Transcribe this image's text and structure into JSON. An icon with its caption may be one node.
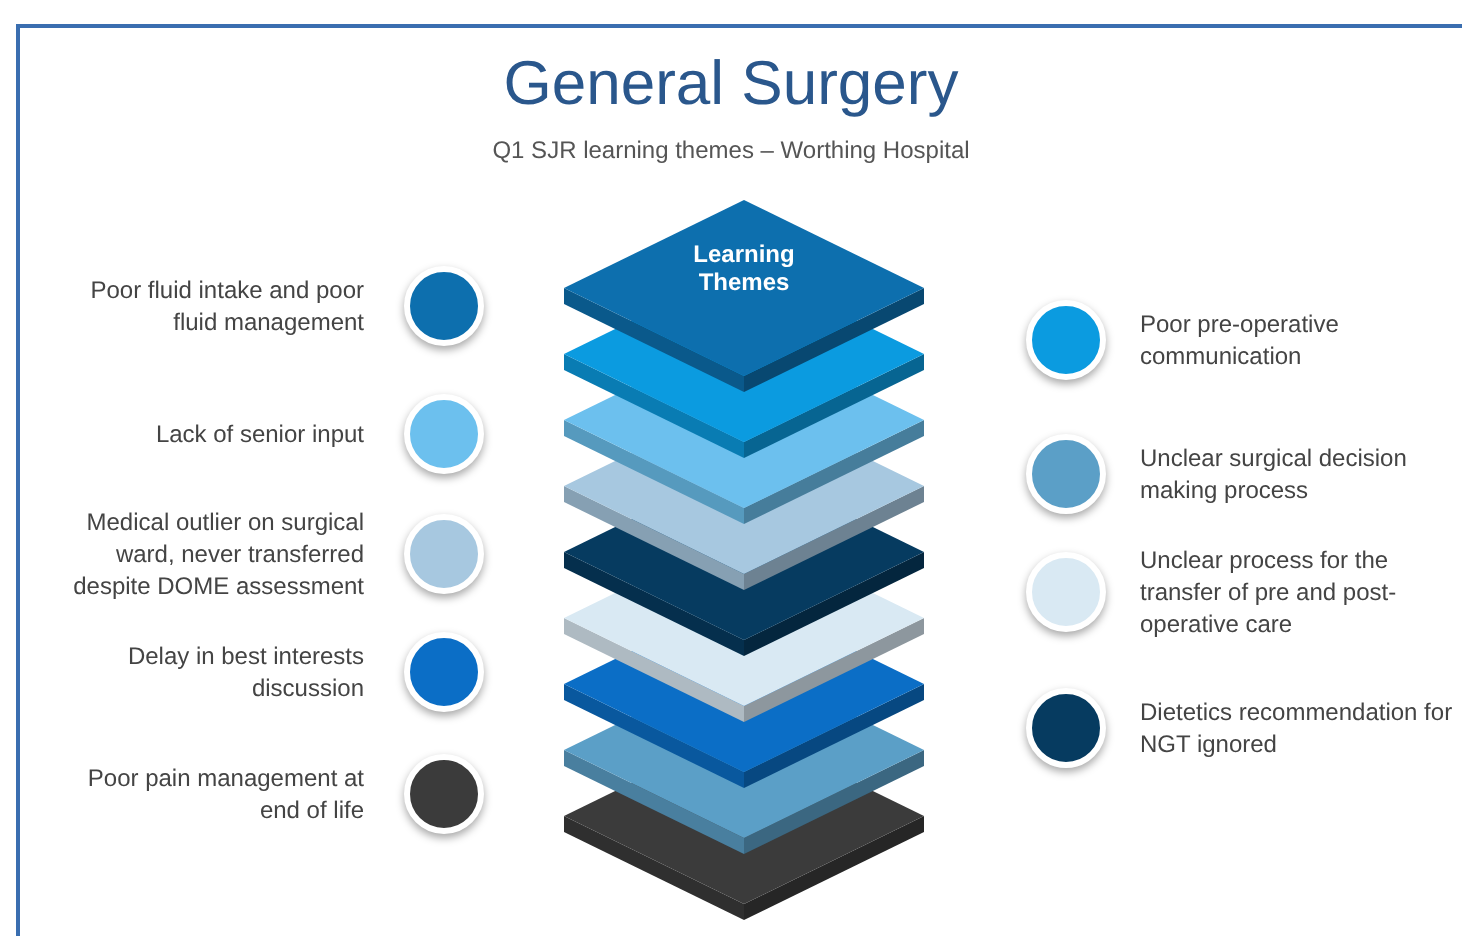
{
  "diagram": {
    "title": "General Surgery",
    "caption": "Q1 SJR learning themes – Worthing Hospital",
    "nodes": [
      {
        "text": [
          "Learning Themes"
        ]
      }
    ],
    "edges": [],
    "legend": [
      {
        "text": "Poor fluid intake and poor fluid management",
        "color": "#0d6fae"
      },
      {
        "text": "Lack of senior input",
        "color": "#6cc0ee"
      },
      {
        "text": "Medical outlier on surgical ward, never transferred despite DOME assessment",
        "color": "#a7c8e0"
      },
      {
        "text": "Delay in best interests discussion",
        "color": "#0b6ec6"
      },
      {
        "text": "Poor pain management at end of life",
        "color": "#3b3b3b"
      },
      {
        "text": "Poor pre-operative communication",
        "color": "#0b9be0"
      },
      {
        "text": "Unclear surgical decision making process",
        "color": "#5b9fc7"
      },
      {
        "text": "Unclear process for the transfer of pre and post-operative care",
        "color": "#d9e9f3"
      },
      {
        "text": "Dietetics recommendation for NGT ignored",
        "color": "#063b60"
      }
    ]
  }
}
